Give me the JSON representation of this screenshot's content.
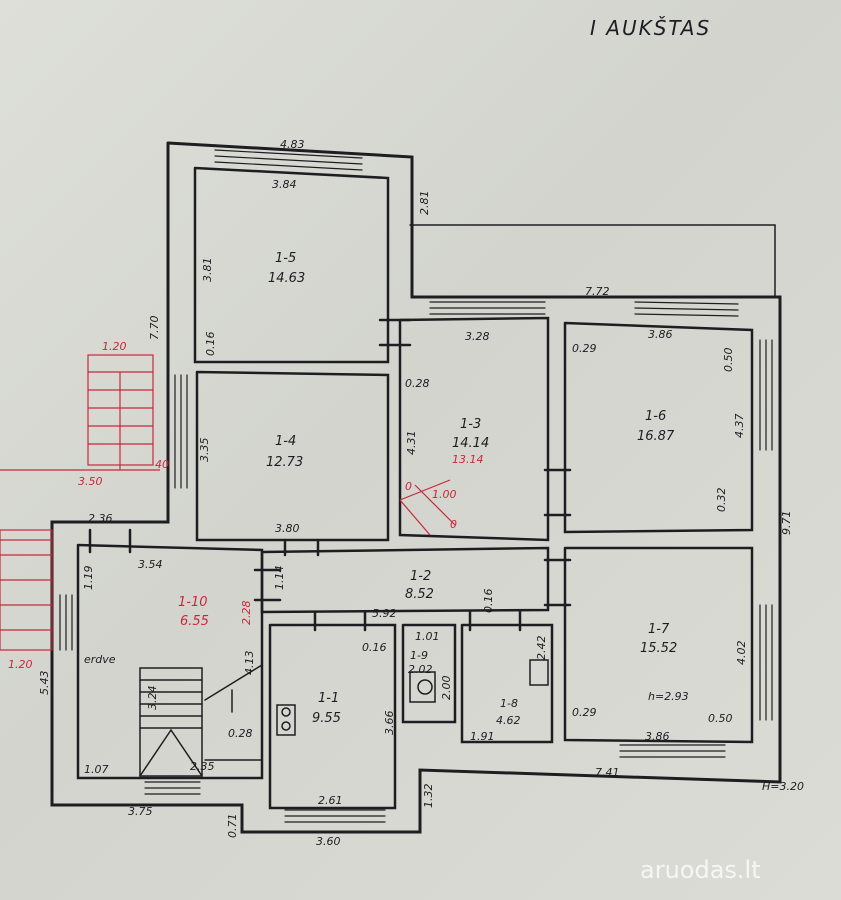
{
  "title": "I AUKŠTAS",
  "watermark": "aruodas.lt",
  "height_label": "H=3.20",
  "ink_color": "#1e1e22",
  "annotation_color": "#c8283a",
  "rooms": {
    "r15": {
      "id": "1-5",
      "area": "14.63"
    },
    "r14": {
      "id": "1-4",
      "area": "12.73"
    },
    "r13": {
      "id": "1-3",
      "area": "14.14",
      "corrected_area": "13.14"
    },
    "r16": {
      "id": "1-6",
      "area": "16.87"
    },
    "r17": {
      "id": "1-7",
      "area": "15.52",
      "height": "h=2.93"
    },
    "r12": {
      "id": "1-2",
      "area": "8.52"
    },
    "r110": {
      "id": "1-10",
      "area": "6.55"
    },
    "r11": {
      "id": "1-1",
      "area": "9.55"
    },
    "r19": {
      "id": "1-9",
      "area": "2.02"
    },
    "r18": {
      "id": "1-8",
      "area": "4.62"
    },
    "erdve": "erdve"
  },
  "dims": {
    "d483": "4.83",
    "d384": "3.84",
    "d281": "2.81",
    "d381": "3.81",
    "d770": "7.70",
    "d016a": "0.16",
    "d772": "7.72",
    "d328": "3.28",
    "d386a": "3.86",
    "d029a": "0.29",
    "d050a": "0.50",
    "d028a": "0.28",
    "d431": "4.31",
    "d437": "4.37",
    "d335": "3.35",
    "d032": "0.32",
    "d971": "9.71",
    "d236": "2.36",
    "d380": "3.80",
    "d354": "3.54",
    "d119": "1.19",
    "d114": "1.14",
    "d016b": "0.16",
    "d592": "5.92",
    "d101": "1.01",
    "d016c": "0.16",
    "d242": "2.42",
    "d402": "4.02",
    "d200": "2.00",
    "d543": "5.43",
    "d324": "3.24",
    "d413": "4.13",
    "d366": "3.66",
    "d028b": "0.28",
    "d029b": "0.29",
    "d050b": "0.50",
    "d191": "1.91",
    "d386b": "3.86",
    "d107": "1.07",
    "d235": "2.35",
    "d741": "7.41",
    "d375": "3.75",
    "d261": "2.61",
    "d132": "1.32",
    "d071": "0.71",
    "d360": "3.60"
  },
  "red_dims": {
    "r120a": "1.20",
    "r350": "3.50",
    "r40": "40",
    "r120b": "1.20",
    "r228": "2.28",
    "r100": "1.00",
    "r0a": "0",
    "r0b": "0"
  }
}
